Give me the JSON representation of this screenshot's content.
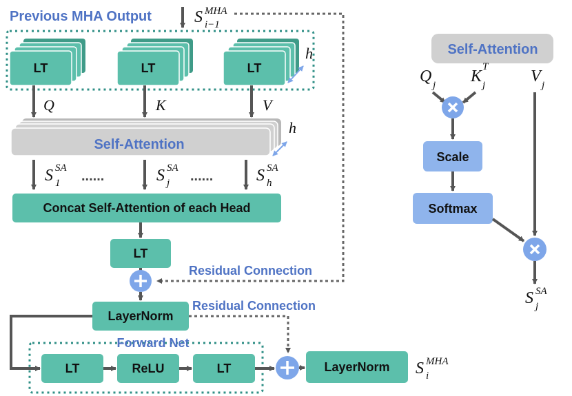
{
  "labels": {
    "prev_mha_output": "Previous MHA Output",
    "self_attention": "Self-Attention",
    "concat": "Concat Self-Attention of each Head",
    "lt": "LT",
    "relu": "ReLU",
    "layernorm": "LayerNorm",
    "residual_connection": "Residual Connection",
    "forward_net": "Forward Net",
    "scale": "Scale",
    "softmax": "Softmax",
    "dots": "......"
  },
  "math": {
    "S": "S",
    "prev_sup": "MHA",
    "prev_sub": "i−1",
    "out_sup": "MHA",
    "out_sub": "i",
    "sa_sup": "SA",
    "sa_1": "1",
    "sa_j": "j",
    "sa_h": "h",
    "Q": "Q",
    "K": "K",
    "V": "V",
    "h": "h",
    "j": "j",
    "T": "T"
  },
  "colors": {
    "teal": "#5cbfab",
    "teal_shadow": "#3f9b88",
    "blue_box": "#8fb4ec",
    "blue_circle": "#7ea6e9",
    "gray_box": "#d0d0d0",
    "label_blue": "#4f73c4",
    "arrow": "#555555",
    "dotted_border": "#2f8f86"
  }
}
